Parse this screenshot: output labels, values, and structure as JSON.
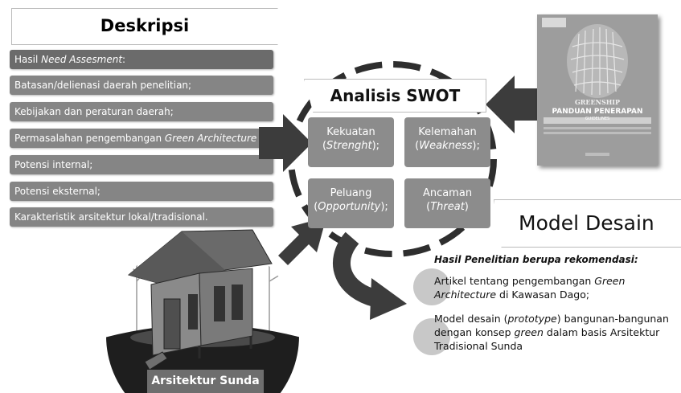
{
  "deskripsi": {
    "title": "Deskripsi",
    "items": [
      {
        "parts": [
          {
            "t": "Hasil "
          },
          {
            "t": "Need Assesment",
            "i": true
          },
          {
            "t": ":"
          }
        ]
      },
      {
        "parts": [
          {
            "t": "Batasan/delienasi daerah penelitian;"
          }
        ]
      },
      {
        "parts": [
          {
            "t": "Kebijakan dan peraturan daerah;"
          }
        ]
      },
      {
        "parts": [
          {
            "t": "Permasalahan pengembangan "
          },
          {
            "t": "Green Architecture",
            "i": true
          }
        ]
      },
      {
        "parts": [
          {
            "t": "Potensi internal;"
          }
        ]
      },
      {
        "parts": [
          {
            "t": "Potensi eksternal;"
          }
        ]
      },
      {
        "parts": [
          {
            "t": "Karakteristik arsitektur lokal/tradisional."
          }
        ]
      }
    ]
  },
  "swot": {
    "title": "Analisis SWOT",
    "kekuatan": {
      "label": "Kekuatan",
      "sub": "Strenght"
    },
    "kelemahan": {
      "label": "Kelemahan",
      "sub": "Weakness"
    },
    "peluang": {
      "label": "Peluang",
      "sub": "Opportunity"
    },
    "ancaman": {
      "label": "Ancaman",
      "sub": "Threat"
    }
  },
  "book": {
    "header": "GREENSHIP",
    "title": "PANDUAN PENERAPAN",
    "subtitle": "GUIDELINES"
  },
  "model": {
    "title": "Model Desain",
    "heading": "Hasil Penelitian berupa rekomendasi:",
    "result1": [
      {
        "t": "Artikel tentang pengembangan "
      },
      {
        "t": "Green Architecture",
        "i": true
      },
      {
        "t": " di Kawasan Dago;"
      }
    ],
    "result2": [
      {
        "t": "Model desain ("
      },
      {
        "t": "prototype",
        "i": true
      },
      {
        "t": ") bangunan-bangunan dengan konsep "
      },
      {
        "t": "green",
        "i": true
      },
      {
        "t": " dalam basis Arsitektur Tradisional Sunda"
      }
    ]
  },
  "arsitektur_label": "Arsitektur Sunda",
  "colors": {
    "bar_top": "#6b6b6b",
    "bar": "#858585",
    "quad": "#8c8c8c",
    "arrow": "#3c3c3c"
  }
}
